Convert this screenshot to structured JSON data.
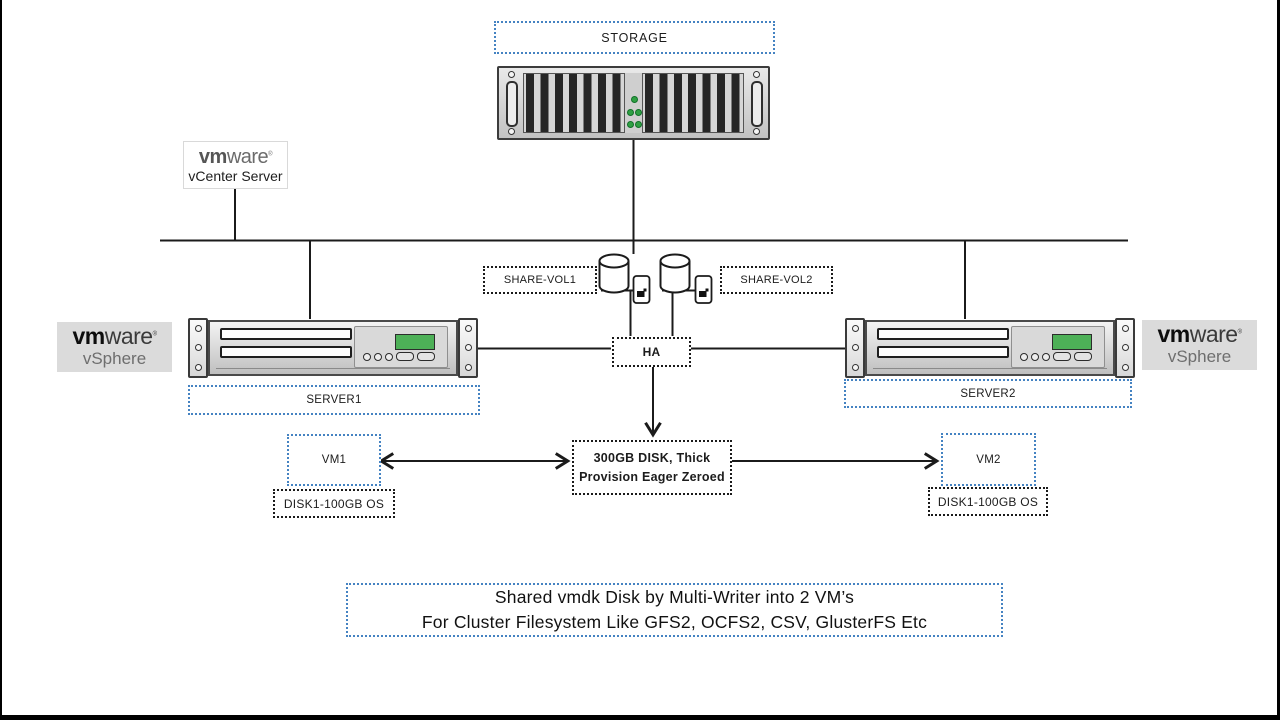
{
  "labels": {
    "storage": "STORAGE",
    "server1": "SERVER1",
    "server2": "SERVER2",
    "share_vol1": "SHARE-VOL1",
    "share_vol2": "SHARE-VOL2",
    "ha": "HA",
    "vm1": "VM1",
    "vm2": "VM2",
    "vm1_disk": "DISK1-100GB OS",
    "vm2_disk": "DISK1-100GB OS"
  },
  "shared_disk": {
    "line1": "300GB DISK, Thick",
    "line2": "Provision Eager Zeroed"
  },
  "caption": {
    "line1": "Shared vmdk Disk by Multi-Writer into 2 VM’s",
    "line2": "For Cluster Filesystem Like GFS2, OCFS2, CSV, GlusterFS Etc"
  },
  "logos": {
    "vcenter": {
      "vm": "vm",
      "ware": "ware",
      "reg": "®",
      "product": "vCenter Server"
    },
    "vsphere": {
      "vm": "vm",
      "ware": "ware",
      "reg": "®",
      "product": "vSphere"
    }
  },
  "colors": {
    "dashed_blue": "#4583c2",
    "dashed_black": "#1a1a1a",
    "line_black": "#1b1b1b",
    "lcd_green": "#4db057",
    "led_green": "#2fa043",
    "logo_gray_bg": "#dbdbdb"
  }
}
